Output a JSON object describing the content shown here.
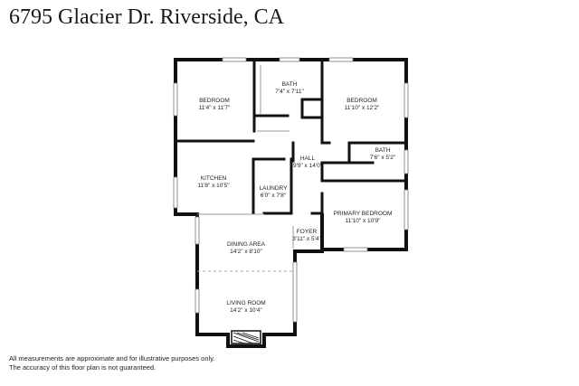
{
  "title": "6795 Glacier Dr. Riverside, CA",
  "rooms": [
    {
      "id": "bedroom-1",
      "name": "BEDROOM",
      "dims": "11'4\" x 11'7\""
    },
    {
      "id": "bath-1",
      "name": "BATH",
      "dims": "7'4\" x 7'11\""
    },
    {
      "id": "bedroom-2",
      "name": "BEDROOM",
      "dims": "11'10\" x 12'2\""
    },
    {
      "id": "bath-2",
      "name": "BATH",
      "dims": "7'6\" x 5'2\""
    },
    {
      "id": "hall",
      "name": "HALL",
      "dims": "9'9\" x 14'0\""
    },
    {
      "id": "kitchen",
      "name": "KITCHEN",
      "dims": "11'8\" x 10'5\""
    },
    {
      "id": "laundry",
      "name": "LAUNDRY",
      "dims": "6'0\" x 7'8\""
    },
    {
      "id": "primary-bedroom",
      "name": "PRIMARY BEDROOM",
      "dims": "11'10\" x 10'9\""
    },
    {
      "id": "foyer",
      "name": "FOYER",
      "dims": "3'11\" x 5'4\""
    },
    {
      "id": "dining-area",
      "name": "DINING AREA",
      "dims": "14'2\" x 8'10\""
    },
    {
      "id": "living-room",
      "name": "LIVING ROOM",
      "dims": "14'2\" x 10'4\""
    }
  ],
  "disclaimer": {
    "line1": "All measurements are approximate and for illustrative purposes only.",
    "line2": "The accuracy of this floor plan is not guaranteed."
  }
}
